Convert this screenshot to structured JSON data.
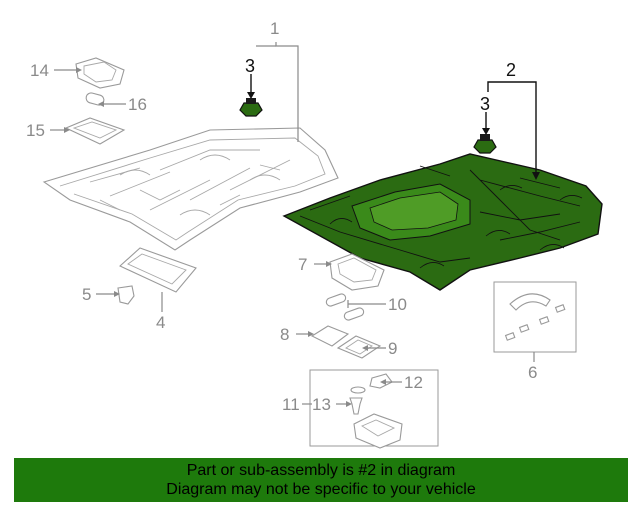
{
  "callouts": {
    "c1": "1",
    "c2": "2",
    "c3a": "3",
    "c3b": "3",
    "c4": "4",
    "c5": "5",
    "c6": "6",
    "c7": "7",
    "c8": "8",
    "c9": "9",
    "c10": "10",
    "c11": "11",
    "c12": "12",
    "c13": "13",
    "c14": "14",
    "c15": "15",
    "c16": "16"
  },
  "banner": {
    "line1": "Part or sub-assembly is #2 in diagram",
    "line2": "Diagram may not be specific to your vehicle"
  },
  "colors": {
    "highlight_part": "#2b6b12",
    "banner_bg": "#1e7a0c",
    "callout_grey": "#8a8a8a"
  }
}
